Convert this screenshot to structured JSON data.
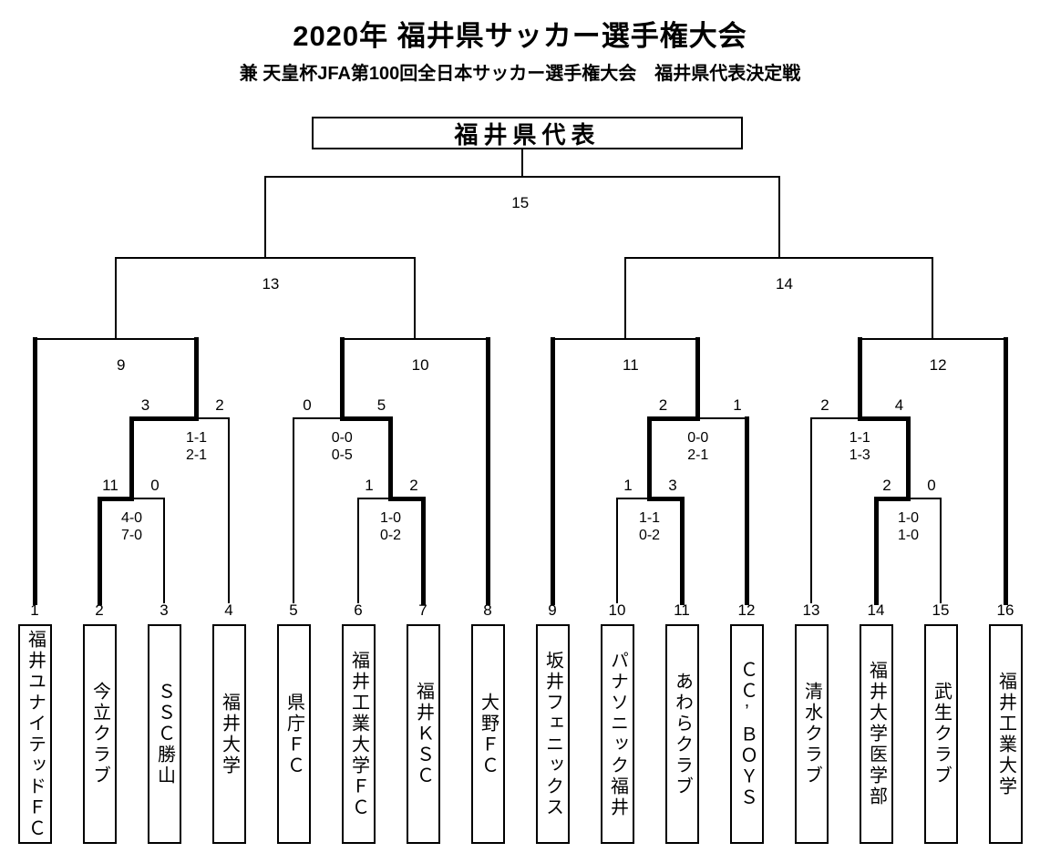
{
  "header": {
    "title": "2020年 福井県サッカー選手権大会",
    "subtitle": "兼 天皇杯JFA第100回全日本サッカー選手権大会　福井県代表決定戦"
  },
  "champion_box": {
    "label": "福井県代表"
  },
  "teams": [
    {
      "no": "1",
      "name": "福井ユナイテッドＦＣ",
      "advanced_bold": true
    },
    {
      "no": "2",
      "name": "今立クラブ",
      "advanced_bold": true
    },
    {
      "no": "3",
      "name": "ＳＳＣ勝山",
      "advanced_bold": false
    },
    {
      "no": "4",
      "name": "福井大学",
      "advanced_bold": false
    },
    {
      "no": "5",
      "name": "県庁ＦＣ",
      "advanced_bold": false
    },
    {
      "no": "6",
      "name": "福井工業大学ＦＣ",
      "advanced_bold": false
    },
    {
      "no": "7",
      "name": "福井ＫＳＣ",
      "advanced_bold": true
    },
    {
      "no": "8",
      "name": "大野ＦＣ",
      "advanced_bold": true
    },
    {
      "no": "9",
      "name": "坂井フェニックス",
      "advanced_bold": true
    },
    {
      "no": "10",
      "name": "パナソニック福井",
      "advanced_bold": false
    },
    {
      "no": "11",
      "name": "あわらクラブ",
      "advanced_bold": true
    },
    {
      "no": "12",
      "name": "ＣＣ’ＢＯＹＳ",
      "advanced_bold": true
    },
    {
      "no": "13",
      "name": "清水クラブ",
      "advanced_bold": false
    },
    {
      "no": "14",
      "name": "福井大学医学部",
      "advanced_bold": true
    },
    {
      "no": "15",
      "name": "武生クラブ",
      "advanced_bold": false
    },
    {
      "no": "16",
      "name": "福井工業大学",
      "advanced_bold": true
    }
  ],
  "round1": [
    {
      "left_score": "11",
      "right_score": "0",
      "half_scores": [
        "4-0",
        "7-0"
      ],
      "winner": "left"
    },
    {
      "left_score": "1",
      "right_score": "2",
      "half_scores": [
        "1-0",
        "0-2"
      ],
      "winner": "right"
    },
    {
      "left_score": "1",
      "right_score": "3",
      "half_scores": [
        "1-1",
        "0-2"
      ],
      "winner": "right"
    },
    {
      "left_score": "2",
      "right_score": "0",
      "half_scores": [
        "1-0",
        "1-0"
      ],
      "winner": "left"
    }
  ],
  "round2": [
    {
      "left_score": "3",
      "right_score": "2",
      "half_scores": [
        "1-1",
        "2-1"
      ],
      "winner": "left"
    },
    {
      "left_score": "0",
      "right_score": "5",
      "half_scores": [
        "0-0",
        "0-5"
      ],
      "winner": "right"
    },
    {
      "left_score": "2",
      "right_score": "1",
      "half_scores": [
        "0-0",
        "2-1"
      ],
      "winner": "left"
    },
    {
      "left_score": "2",
      "right_score": "4",
      "half_scores": [
        "1-1",
        "1-3"
      ],
      "winner": "right"
    }
  ],
  "quarterfinals": [
    {
      "number": "9"
    },
    {
      "number": "10"
    },
    {
      "number": "11"
    },
    {
      "number": "12"
    }
  ],
  "semifinals": [
    {
      "number": "13"
    },
    {
      "number": "14"
    }
  ],
  "final": {
    "number": "15"
  }
}
